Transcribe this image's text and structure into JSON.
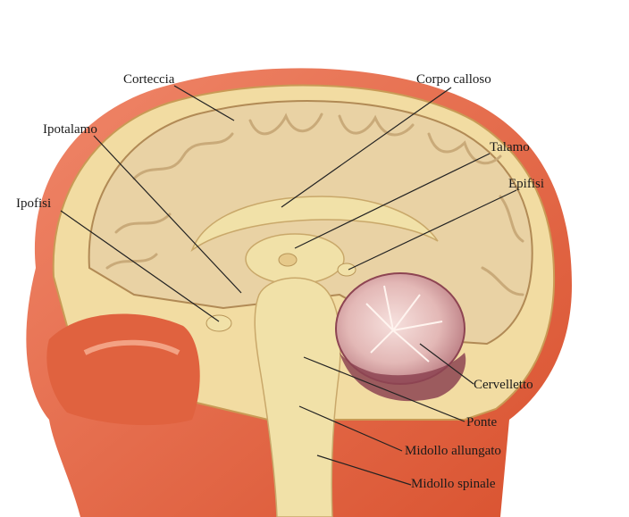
{
  "labels": {
    "corteccia": "Corteccia",
    "corpo_calloso": "Corpo calloso",
    "ipotalamo": "Ipotalamo",
    "talamo": "Talamo",
    "epifisi": "Epifisi",
    "ipofisi": "Ipofisi",
    "cervelletto": "Cervelletto",
    "ponte": "Ponte",
    "midollo_allungato": "Midollo allungato",
    "midollo_spinale": "Midollo spinale"
  },
  "colors": {
    "skin": "#e0623f",
    "skin_light": "#f3a284",
    "bone": "#f2dca2",
    "brain": "#e9d2a4",
    "brain_fold": "#c9aa79",
    "inner_structures": "#f1e1a8",
    "cerebellum": "#e3b8b6",
    "cerebellum_dark": "#8d4452",
    "leader_line": "#222222"
  }
}
